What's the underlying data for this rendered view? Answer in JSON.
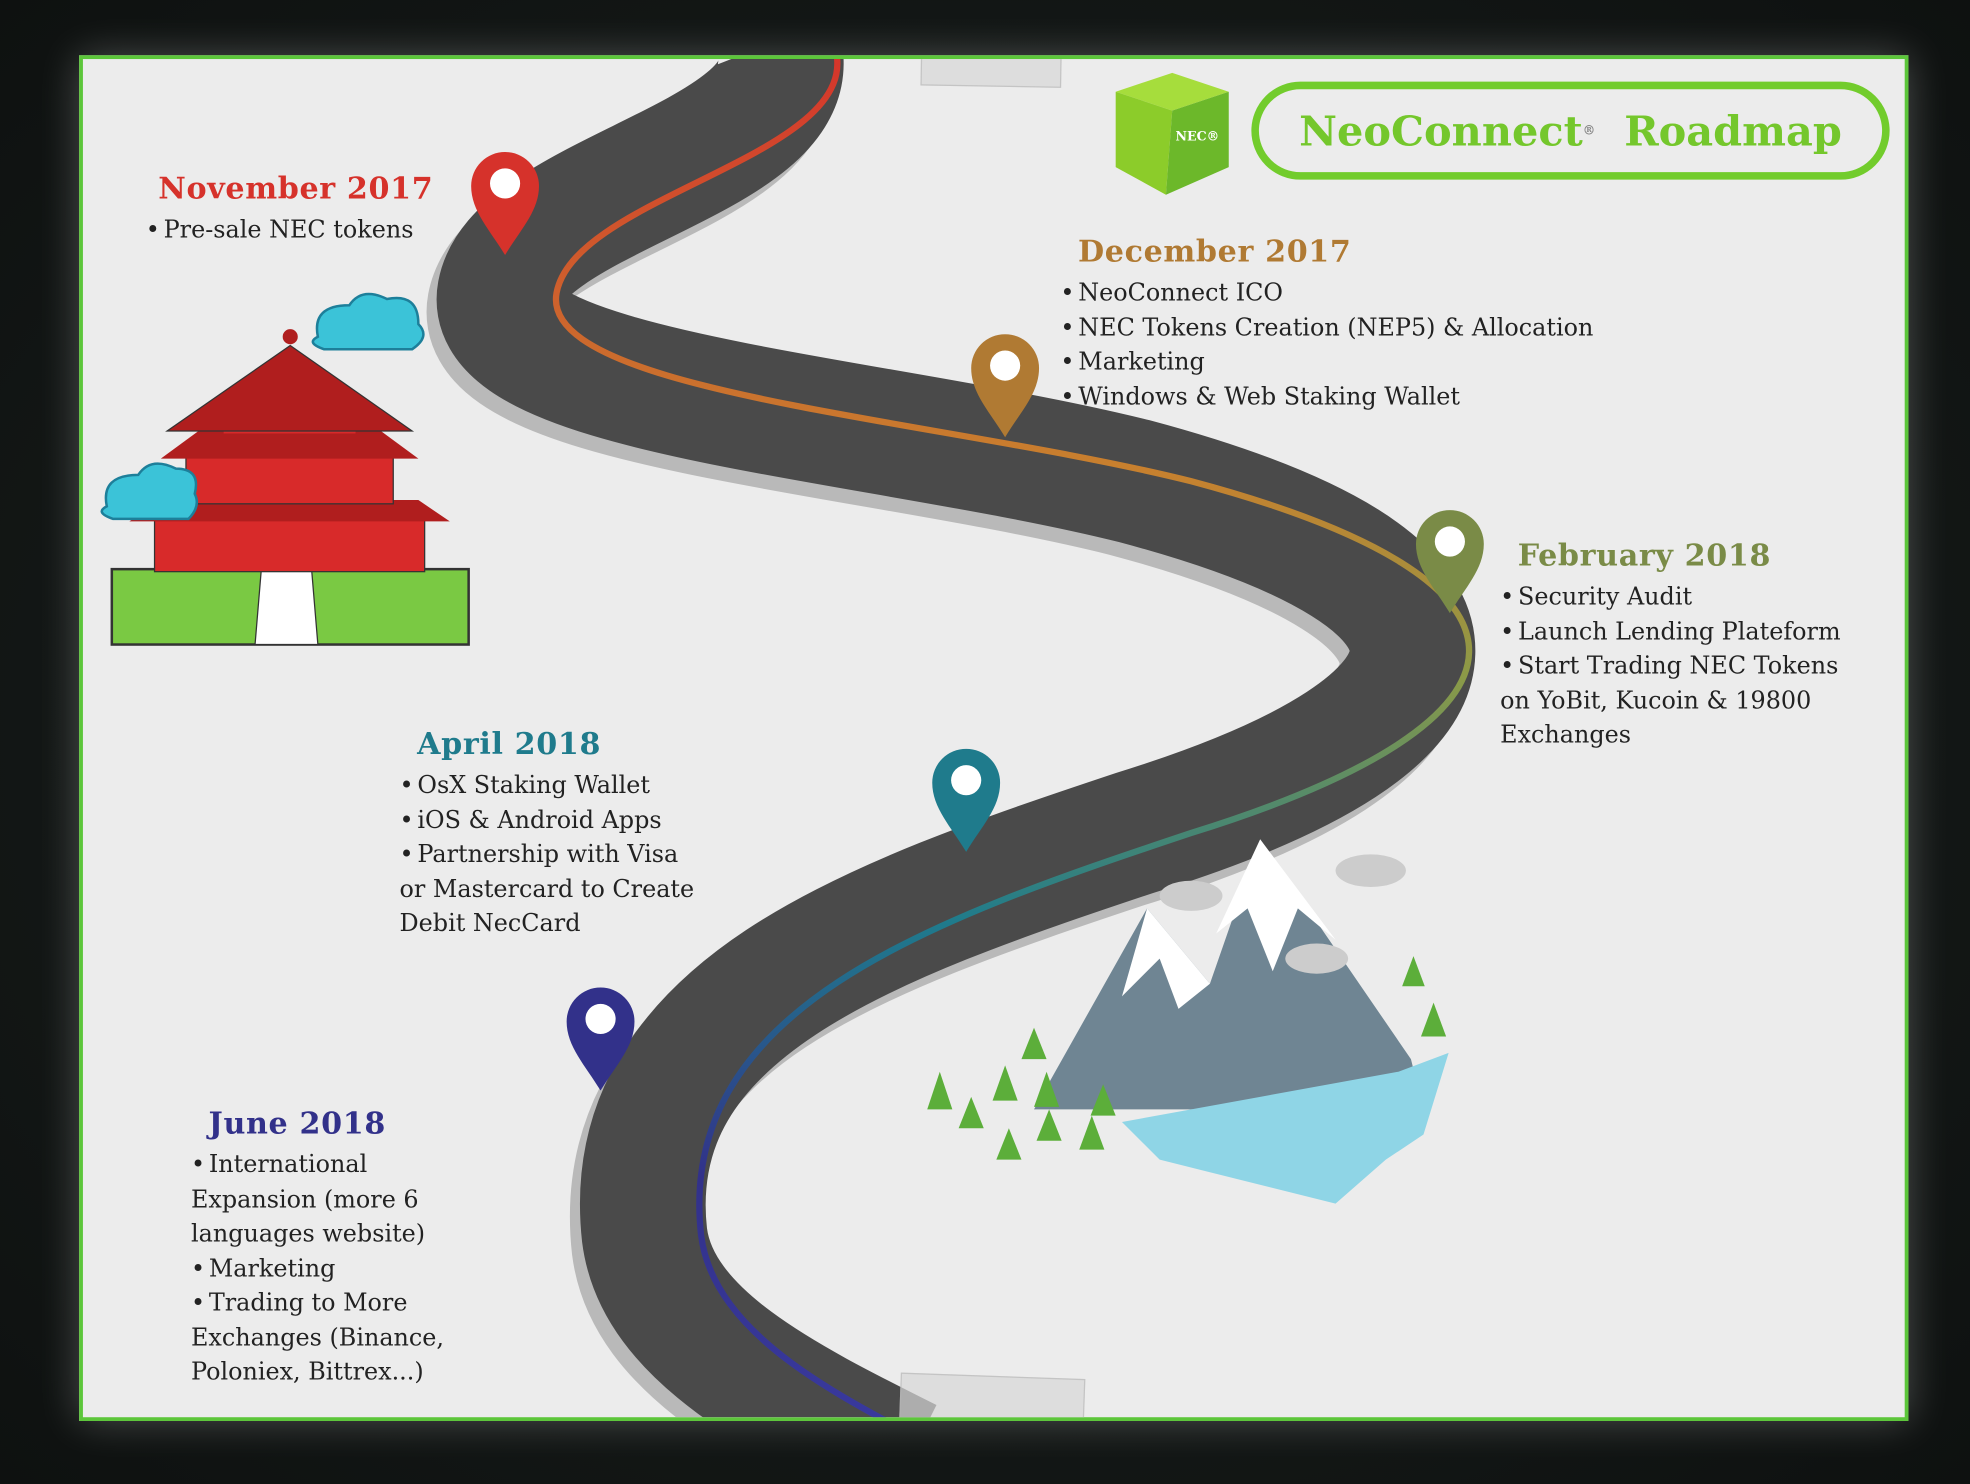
{
  "title": {
    "brand": "NeoConnect",
    "reg": "®",
    "suffix": "Roadmap",
    "logo_text": "NEC®"
  },
  "colors": {
    "frame": "#5cc63a",
    "road": "#4a4a4a",
    "nov": "#d6322b",
    "dec": "#b07a33",
    "feb": "#7a8b47",
    "apr": "#1f7b8c",
    "jun": "#32318a"
  },
  "milestones": [
    {
      "id": "nov",
      "heading": "November 2017",
      "items": [
        "Pre-sale NEC tokens"
      ]
    },
    {
      "id": "dec",
      "heading": "December 2017",
      "items": [
        "NeoConnect ICO",
        "NEC Tokens Creation (NEP5) & Allocation",
        "Marketing",
        "Windows & Web Staking Wallet"
      ]
    },
    {
      "id": "feb",
      "heading": "February 2018",
      "items": [
        "Security Audit",
        "Launch Lending Plateform",
        "Start Trading NEC Tokens",
        "on YoBit, Kucoin & 19800",
        "Exchanges"
      ]
    },
    {
      "id": "apr",
      "heading": "April 2018",
      "items": [
        "OsX Staking Wallet",
        "iOS & Android Apps",
        "Partnership with Visa",
        "or Mastercard to Create",
        "Debit NecCard"
      ]
    },
    {
      "id": "jun",
      "heading": "June 2018",
      "items": [
        "International",
        "Expansion (more 6",
        "languages website)",
        "Marketing",
        "Trading to More",
        "Exchanges (Binance,",
        "Poloniex, Bittrex...)"
      ]
    }
  ]
}
